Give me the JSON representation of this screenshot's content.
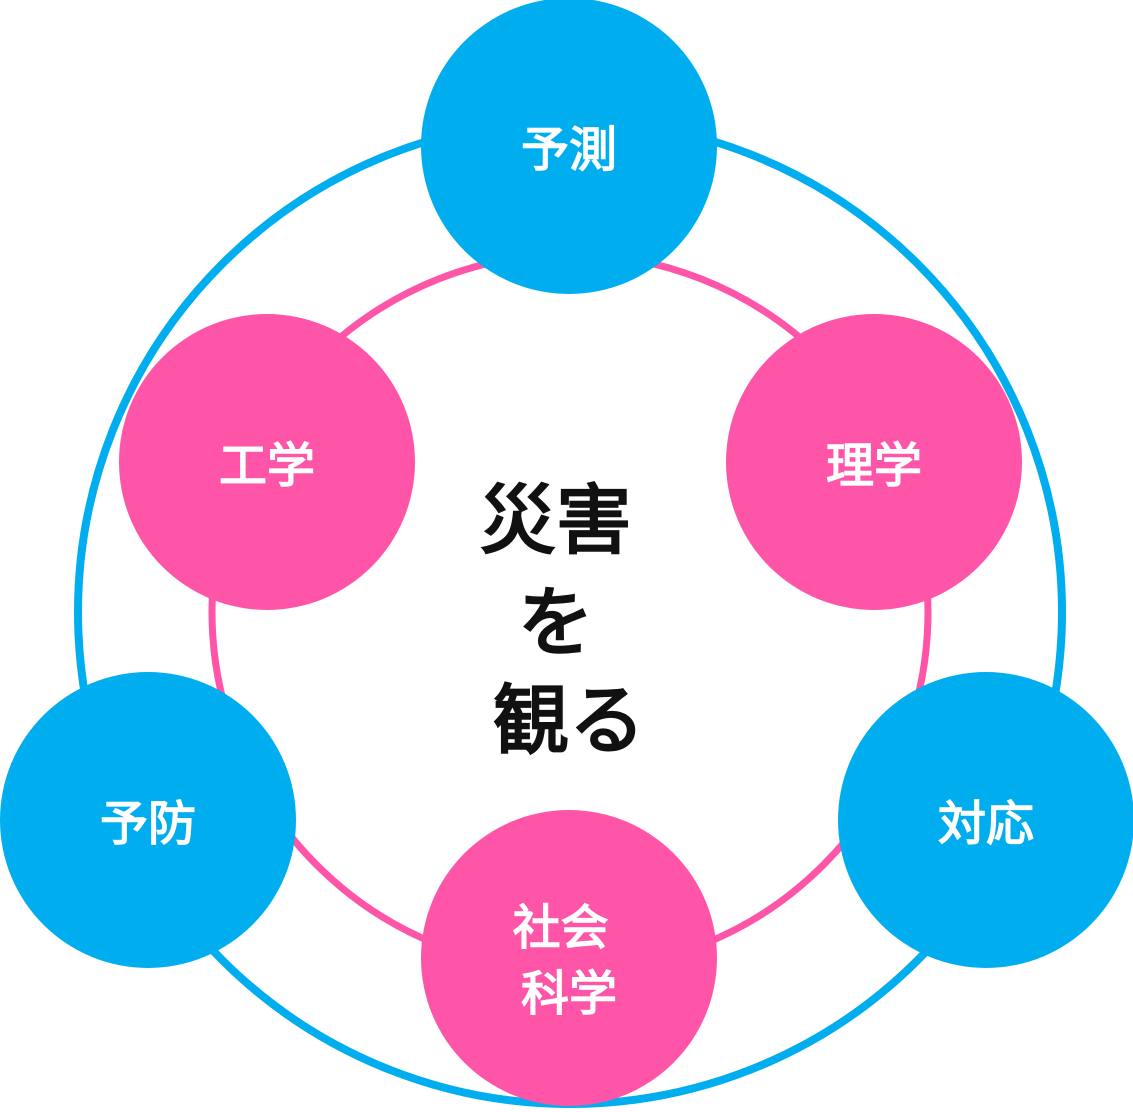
{
  "colors": {
    "blue": "#00AEEF",
    "pink": "#FF55A8",
    "text_on_node": "#FFFFFF",
    "center_text": "#111111"
  },
  "center": {
    "lines": [
      "災害",
      "を",
      "観る"
    ]
  },
  "outer_nodes": [
    {
      "id": "yosoku",
      "lines": [
        "予測"
      ]
    },
    {
      "id": "taio",
      "lines": [
        "対応"
      ]
    },
    {
      "id": "yobo",
      "lines": [
        "予防"
      ]
    }
  ],
  "inner_nodes": [
    {
      "id": "rigaku",
      "lines": [
        "理学"
      ]
    },
    {
      "id": "shakai-kagaku",
      "lines": [
        "社会",
        "科学"
      ]
    },
    {
      "id": "kogaku",
      "lines": [
        "工学"
      ]
    }
  ]
}
